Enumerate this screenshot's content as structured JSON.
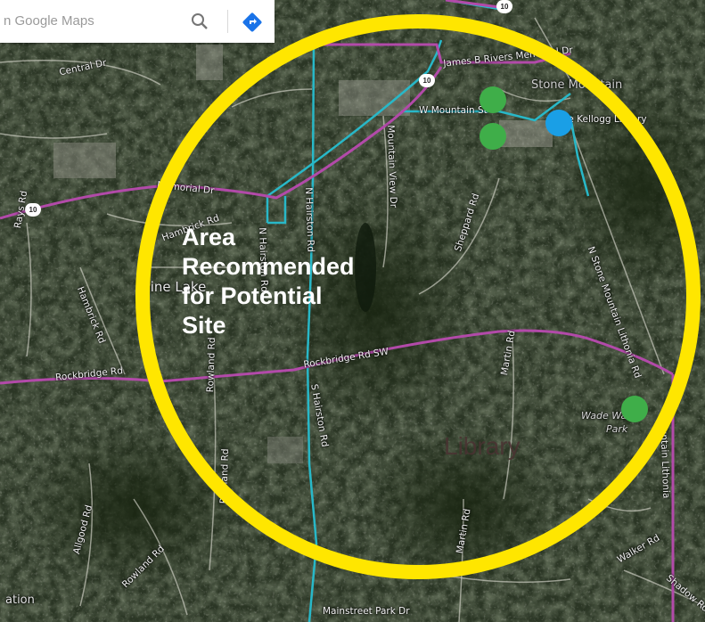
{
  "search": {
    "placeholder": "n Google Maps",
    "search_icon": "search-icon",
    "directions_icon": "directions-icon"
  },
  "overlay": {
    "circle_color": "#ffe600",
    "label_lines": [
      "Area",
      "Recommended",
      "for Potential",
      "Site"
    ]
  },
  "markers": [
    {
      "name": "green-marker",
      "color": "#3fae49"
    },
    {
      "name": "green-marker",
      "color": "#3fae49"
    },
    {
      "name": "blue-marker",
      "color": "#1a9fe6"
    },
    {
      "name": "green-marker",
      "color": "#3fae49"
    }
  ],
  "colors": {
    "major_road": "#b24aa9",
    "bus_route": "#28b8c8",
    "satellite_base": "#2b3625"
  },
  "places": {
    "library": "Library",
    "pine_lake": "Pine Lake",
    "sue_kellogg": "Sue Kellogg Library",
    "stone_mountain": "Stone Mountain",
    "wade_walker_1": "Wade Walker",
    "wade_walker_2": "Park",
    "station": "ation"
  },
  "roads": {
    "central_dr": "Central Dr",
    "memorial_dr": "Memorial Dr",
    "james_b_rivers": "James B Rivers Memorial Dr",
    "w_mountain_st": "W Mountain St",
    "n_hairston_rd": "N Hairston Rd",
    "n_hairston_rd_2": "N Hairston Rd",
    "s_hairston_rd": "S Hairston Rd",
    "mountain_view_dr": "Mountain View Dr",
    "sheppard_rd": "Sheppard Rd",
    "hambrick_rd": "Hambrick Rd",
    "hambrick_rd_2": "Hambrick Rd",
    "rays_rd": "Rays Rd",
    "rockbridge_rd": "Rockbridge Rd",
    "rockbridge_rd_sw": "Rockbridge Rd SW",
    "rowland_rd": "Rowland Rd",
    "rowland_rd_2": "Rowland Rd",
    "allgood_rd": "Allgood Rd",
    "martin_rd": "Martin Rd",
    "martin_rd_2": "Martin Rd",
    "n_stone_mountain_lithonia": "N Stone Mountain Lithonia Rd",
    "mountain_lithonia": "Mountain Lithonia",
    "walker_rd": "Walker Rd",
    "shadow_rock": "Shadow Ro",
    "mainstreet_park": "Mainstreet Park Dr"
  },
  "shields": [
    "10",
    "10",
    "10"
  ]
}
